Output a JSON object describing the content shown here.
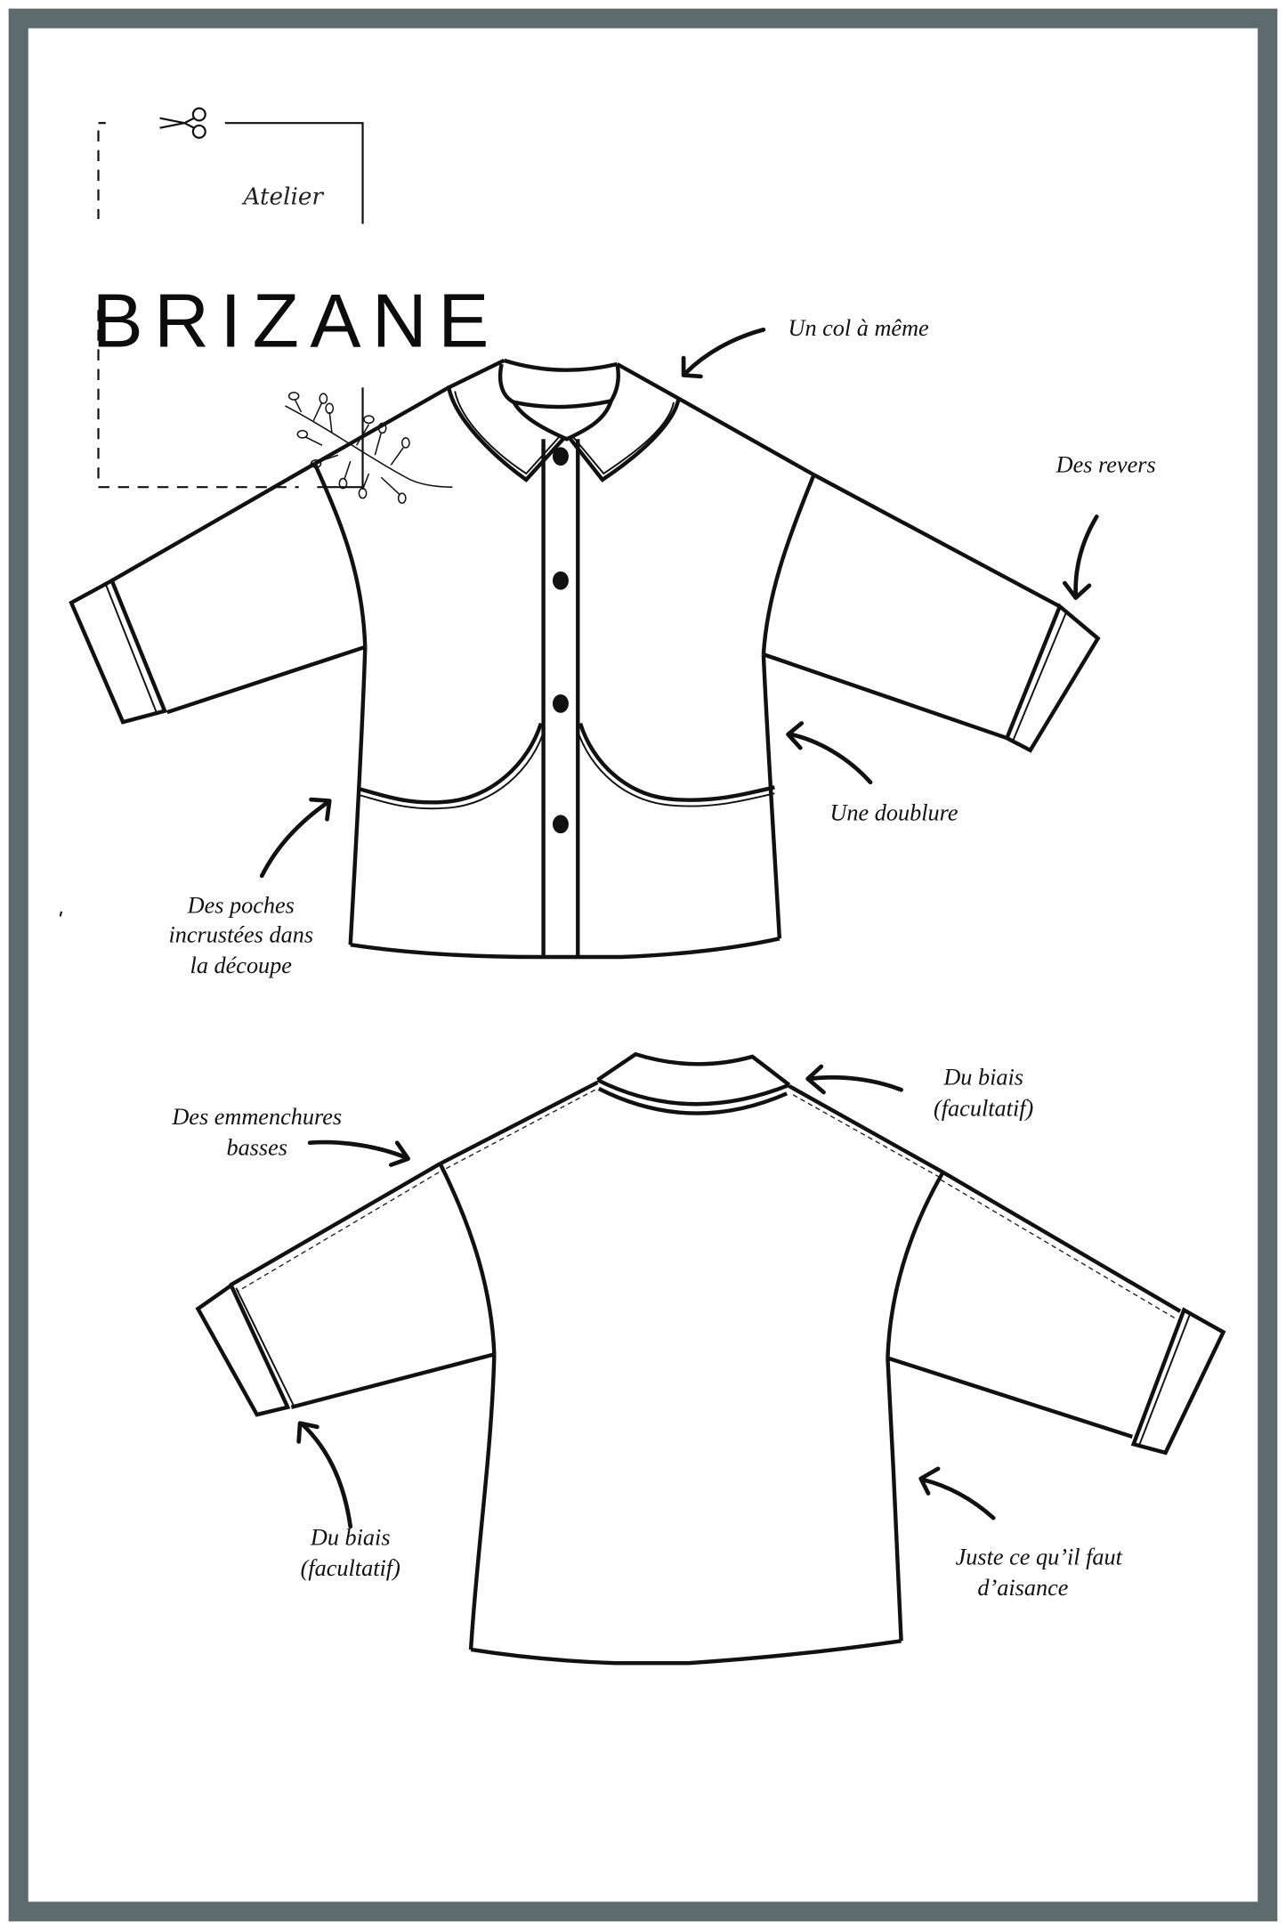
{
  "frame": {
    "color": "#5e6b6d"
  },
  "logo": {
    "script_text": "Atelier",
    "brand_text": "BRIZANE",
    "icons": [
      "scissors-icon",
      "leaf-branch-icon"
    ]
  },
  "front_view": {
    "annotations": [
      {
        "id": "collar",
        "text": [
          "Un col à même"
        ]
      },
      {
        "id": "cuffs",
        "text": [
          "Des revers"
        ]
      },
      {
        "id": "lining",
        "text": [
          "Une doublure"
        ]
      },
      {
        "id": "pockets",
        "text": [
          "Des poches",
          "incrustées dans",
          "la découpe"
        ]
      }
    ],
    "buttons": 4
  },
  "back_view": {
    "annotations": [
      {
        "id": "low-armholes",
        "text": [
          "Des emmenchures",
          "basses"
        ]
      },
      {
        "id": "bias-neck",
        "text": [
          "Du biais",
          "(facultatif)"
        ]
      },
      {
        "id": "bias-sleeve",
        "text": [
          "Du biais",
          "(facultatif)"
        ]
      },
      {
        "id": "ease",
        "text": [
          "Juste ce qu’il faut",
          "d’aisance"
        ]
      }
    ]
  },
  "colors": {
    "frame": "#5e6b6d",
    "ink": "#111111",
    "background": "#ffffff"
  }
}
